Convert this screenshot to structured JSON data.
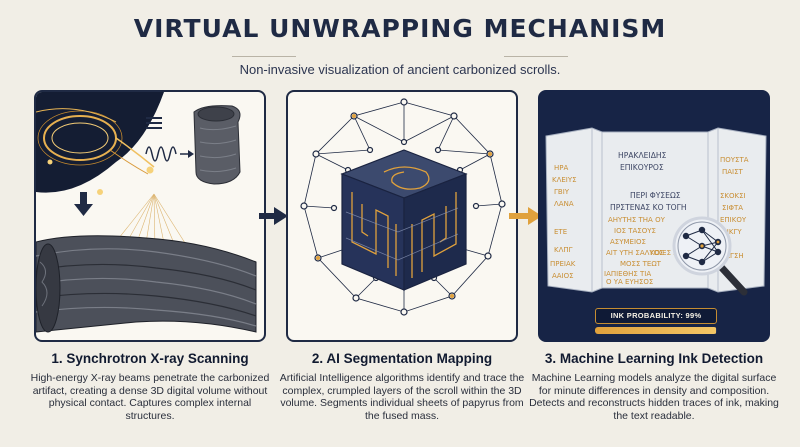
{
  "header": {
    "title": "VIRTUAL UNWRAPPING MECHANISM",
    "subtitle": "Non-invasive visualization of ancient carbonized scrolls."
  },
  "steps": [
    {
      "title": "1. Synchrotron X-ray Scanning",
      "description": "High-energy X-ray beams penetrate the carbonized artifact, creating a dense 3D digital volume without physical contact. Captures complex internal structures."
    },
    {
      "title": "2. AI Segmentation Mapping",
      "description": "Artificial Intelligence algorithms identify and trace the complex, crumpled layers of the scroll within the 3D volume. Segments individual sheets of papyrus from the fused mass."
    },
    {
      "title": "3. Machine Learning Ink Detection",
      "description": "Machine Learning models analyze the digital surface for minute differences in density and composition. Detects and reconstructs hidden traces of ink, making the text readable."
    }
  ],
  "papyrus": {
    "line1": "ΗΡΑΚΛΕΙΔΗΣ",
    "line2": "ΕΠΙΚΟΥΡΟΣ",
    "line3": "ΠΕΡΙ ΦΥΣΕΩΣ",
    "line4": "ΠΡΣΤΕΝΑΣ ΚΟ ΤΟΓΗ",
    "left_col": [
      "ΗΡΑ",
      "ΚΛΕΙΥΣ",
      "ΓΒΙΥ",
      "ΛΑΝΑ",
      "ΕΤΕ",
      "ΚΛΠΓ",
      "ΠΡΕΙΑΚ",
      "ΑΑΙΟΣ"
    ],
    "right_col": [
      "ΠΟΥΣΤΑ",
      "ΠΑΙΣΤ",
      "ΣΚΟΚΣΙ",
      "ΣΙΦΤΑ",
      "ΕΠΙΚΟΥ",
      "ΛΙΚΓΥ",
      "ΠΑΓΣΗ"
    ],
    "faint": [
      "ΑΗΥΤΗΣ ΤΗΑ ΟΥ",
      "ΙΟΣ ΤΑΣΟΥΣ",
      "ΑΣΥΜΕΙΟΣ",
      "ΑΙΤ ΥΤΗ ΣΑΛΥΟΣ",
      "ΜΟΣΣ ΤΕΩΤ",
      "ΙΑΠΙΕΘΗΣ ΤΙΑ",
      "Ο ΥΑ ΕΥΗΣΟΣ",
      "ΚΟΙΕΣ ΧΑΩΤΙΑ"
    ]
  },
  "ink_probability": {
    "label": "INK PROBABILITY: 99%",
    "value": 0.99
  },
  "colors": {
    "navy": "#1f2a44",
    "gold": "#e0a13c",
    "background": "#f1eee6"
  },
  "icons": [
    "xray-ring-icon",
    "wave-icon",
    "scroll-fragment-icon",
    "down-arrow-icon",
    "right-arrow-icon",
    "neural-network-icon",
    "magnifier-icon"
  ]
}
